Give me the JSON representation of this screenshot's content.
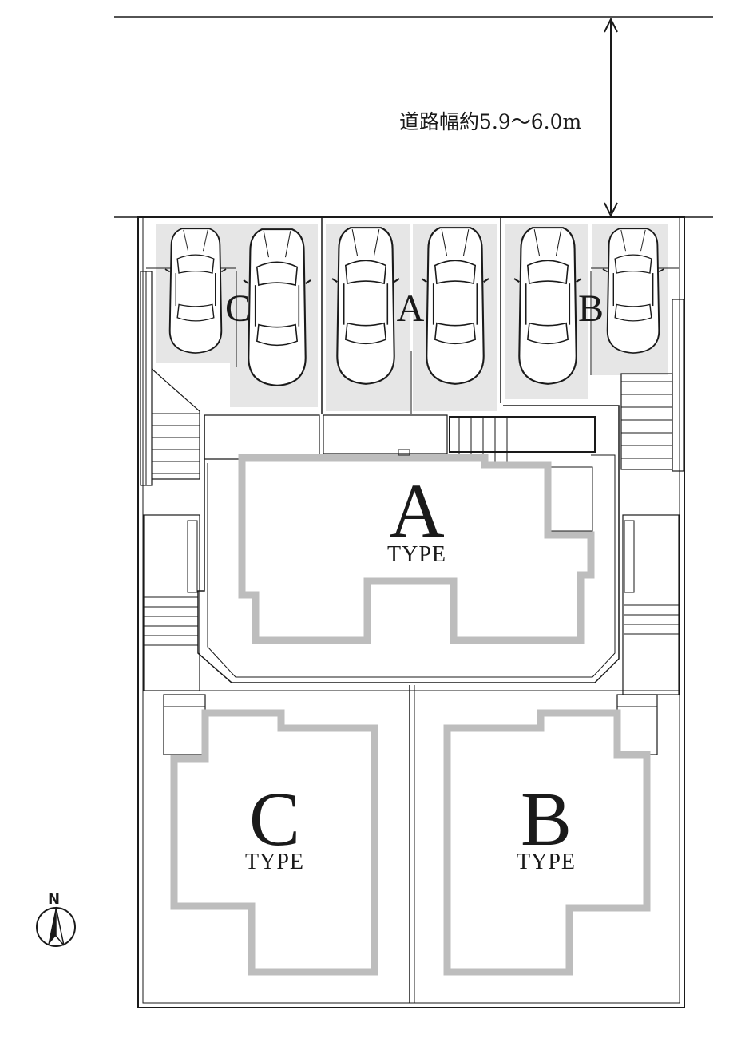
{
  "road": {
    "width_label": "道路幅約5.9～6.0m"
  },
  "parking": {
    "left": "C",
    "center": "A",
    "right": "B"
  },
  "units": [
    {
      "letter": "A",
      "type": "TYPE"
    },
    {
      "letter": "C",
      "type": "TYPE"
    },
    {
      "letter": "B",
      "type": "TYPE"
    }
  ],
  "compass": {
    "label": "N"
  },
  "colors": {
    "line": "#1a1a1a",
    "gray_fill": "#e6e6e6",
    "outline_gray": "#bdbdbd"
  }
}
